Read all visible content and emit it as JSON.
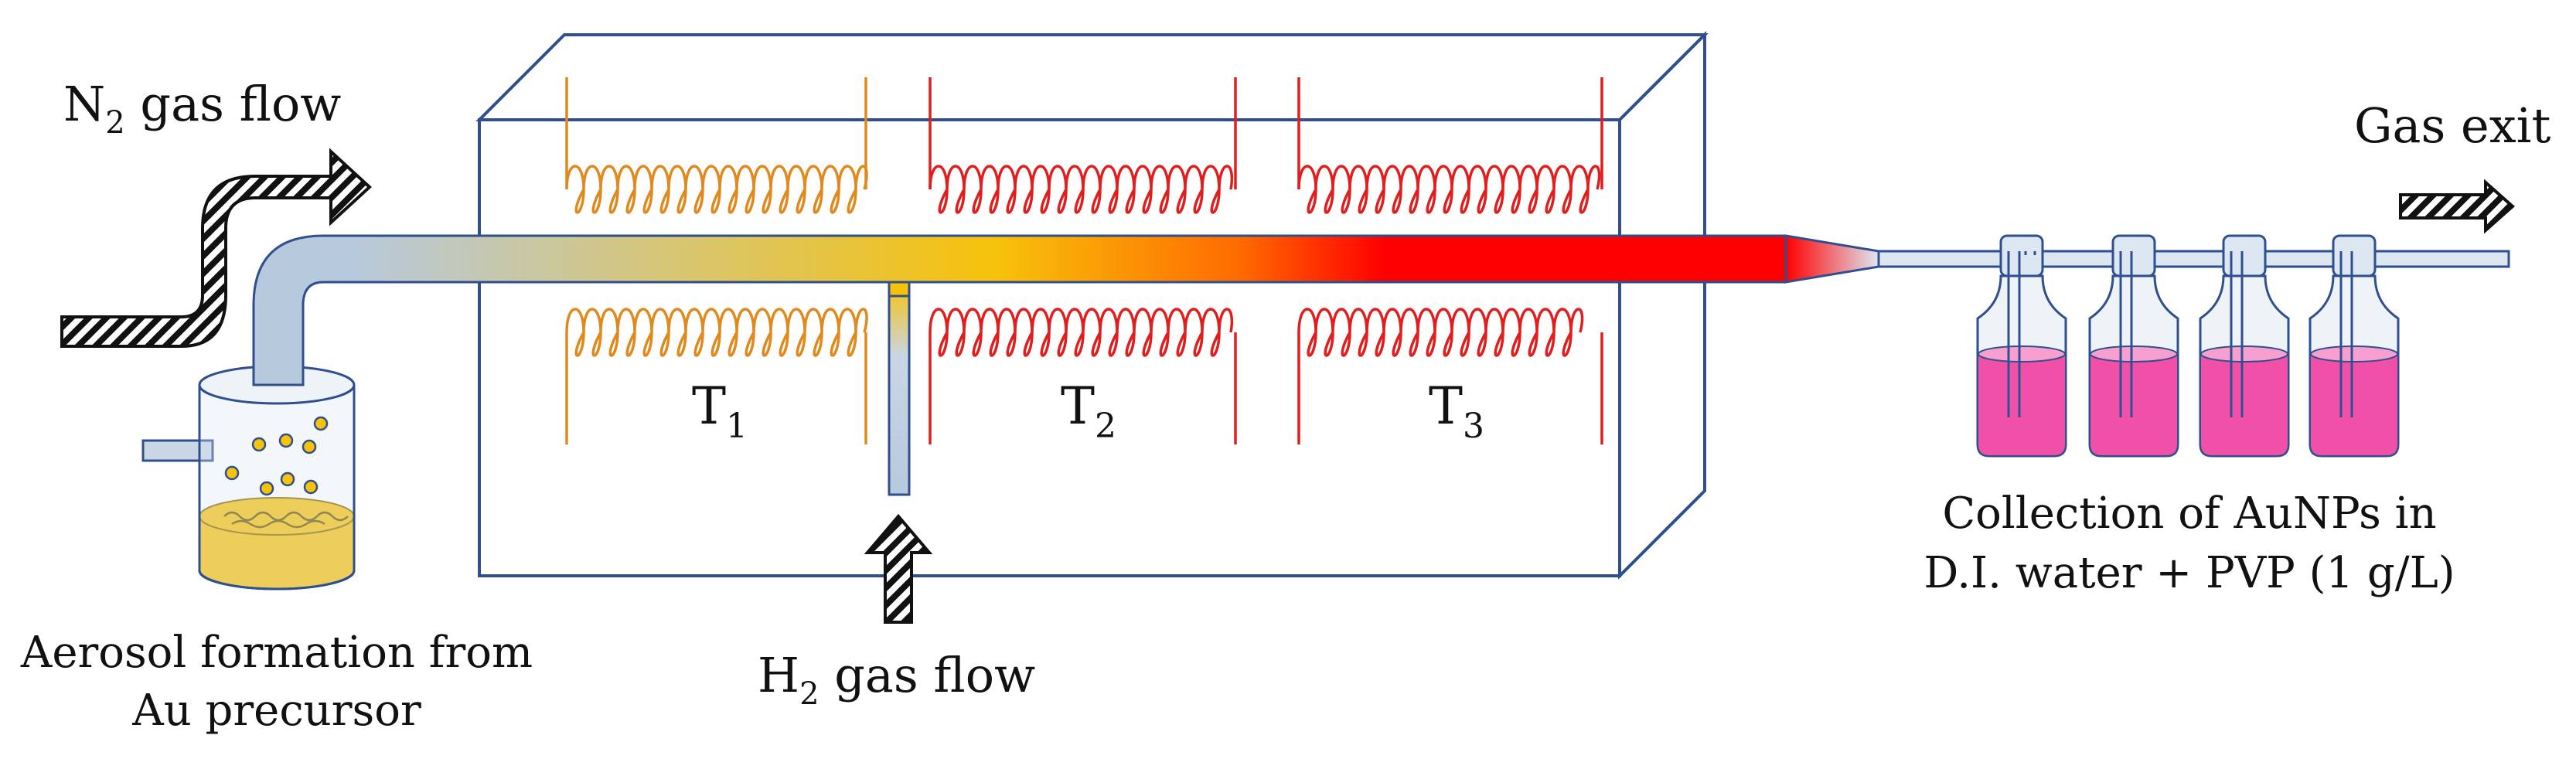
{
  "labels": {
    "n2_main": "N",
    "n2_sub": "2",
    "n2_rest": " gas flow",
    "h2_main": "H",
    "h2_sub": "2",
    "h2_rest": " gas flow",
    "gas_exit": "Gas exit",
    "aerosol_line1": "Aerosol formation from",
    "aerosol_line2": "Au precursor",
    "collection_line1": "Collection of AuNPs in",
    "collection_line2": "D.I. water + PVP (1 g/L)"
  },
  "zones": [
    {
      "main": "T",
      "sub": "1"
    },
    {
      "main": "T",
      "sub": "2"
    },
    {
      "main": "T",
      "sub": "3"
    }
  ],
  "colors": {
    "furnace_edge": "#2f4f8f",
    "coil_zone1": "#e08a1e",
    "coil_zone23": "#e01e1e",
    "tube_steel": "#b7c9dd",
    "precursor_gold": "#f7c20a",
    "collection_liquid": "#f050a8",
    "hot_red": "#ff0000"
  },
  "icons": [
    "hatched-arrow-icon",
    "gold-droplet-icon"
  ]
}
